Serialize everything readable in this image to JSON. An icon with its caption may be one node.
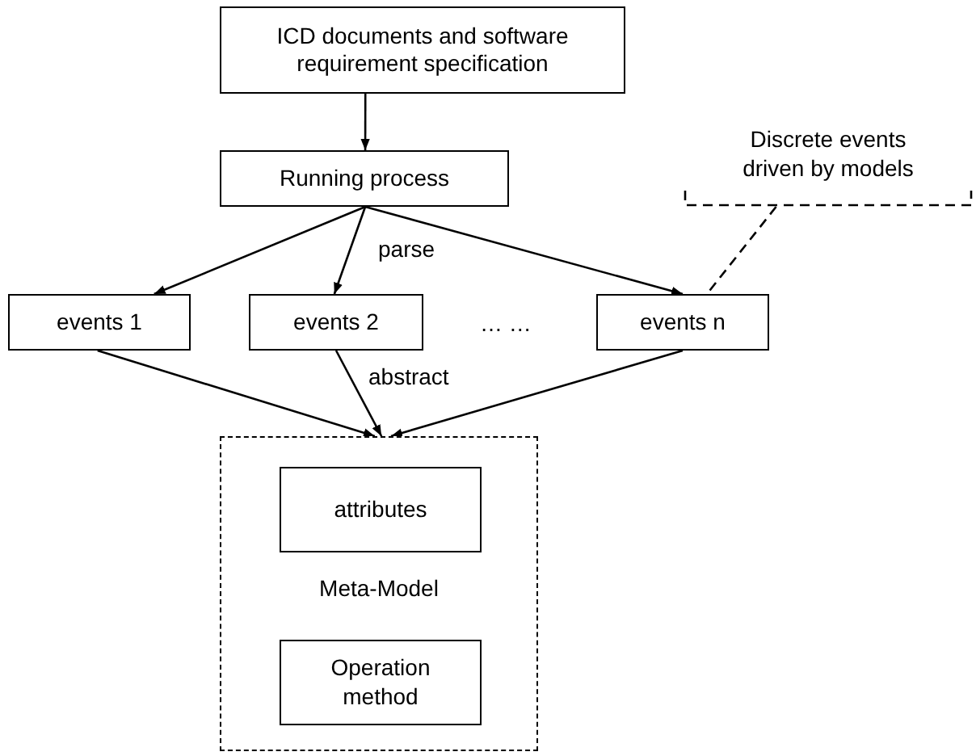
{
  "diagram": {
    "nodes": [
      {
        "text": [
          "ICD documents and software requirement specification"
        ]
      },
      {
        "text": [
          "Running process"
        ]
      },
      {
        "text": [
          "events 1"
        ]
      },
      {
        "text": [
          "events 2"
        ]
      },
      {
        "text": [
          "events n"
        ]
      },
      {
        "text": [
          "Discrete events driven by models"
        ]
      },
      {
        "text": [
          "Meta-Model"
        ]
      },
      {
        "text": [
          "attributes"
        ],
        "in": 6
      },
      {
        "text": [
          "Operation method"
        ],
        "in": 6
      }
    ],
    "edges": [
      {
        "from": 0,
        "to": 1,
        "arrow": "to"
      },
      {
        "from": 1,
        "to": 2,
        "arrow": "to"
      },
      {
        "from": 1,
        "to": 3,
        "arrow": "to",
        "label": "parse"
      },
      {
        "from": 1,
        "to": 4,
        "arrow": "to"
      },
      {
        "from": 2,
        "to": 6,
        "arrow": "to"
      },
      {
        "from": 3,
        "to": 6,
        "arrow": "to",
        "label": "abstract"
      },
      {
        "from": 4,
        "to": 6,
        "arrow": "to"
      },
      {
        "from": 5,
        "to": 4,
        "arrow": "none",
        "style": "dashed"
      }
    ],
    "labels": [
      "… …"
    ]
  }
}
